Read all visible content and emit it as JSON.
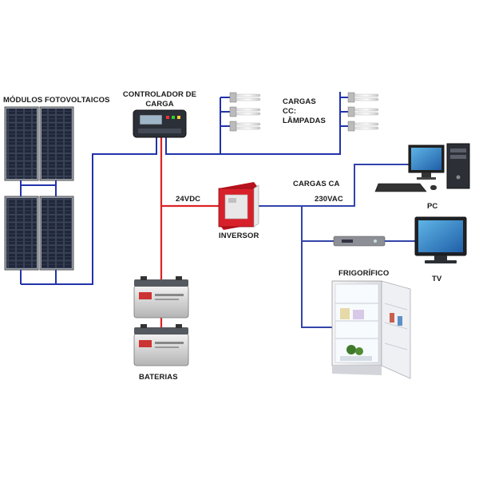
{
  "labels": {
    "pv_modules": "MÓDULOS FOTOVOLTAICOS",
    "charge_controller": "CONTROLADOR DE CARGA",
    "dc_loads": "CARGAS CC: LÂMPADAS",
    "ac_loads": "CARGAS CA",
    "dc_voltage": "24VDC",
    "ac_voltage": "230VAC",
    "inverter": "INVERSOR",
    "pc": "PC",
    "tv": "TV",
    "fridge": "FRIGORÍFICO",
    "batteries": "BATERIAS"
  },
  "colors": {
    "dc_wire": "#2233aa",
    "battery_wire": "#dd2222",
    "ac_wire": "#3344aa",
    "panel_cell": "#2a3140",
    "inverter_body": "#d8202a"
  }
}
